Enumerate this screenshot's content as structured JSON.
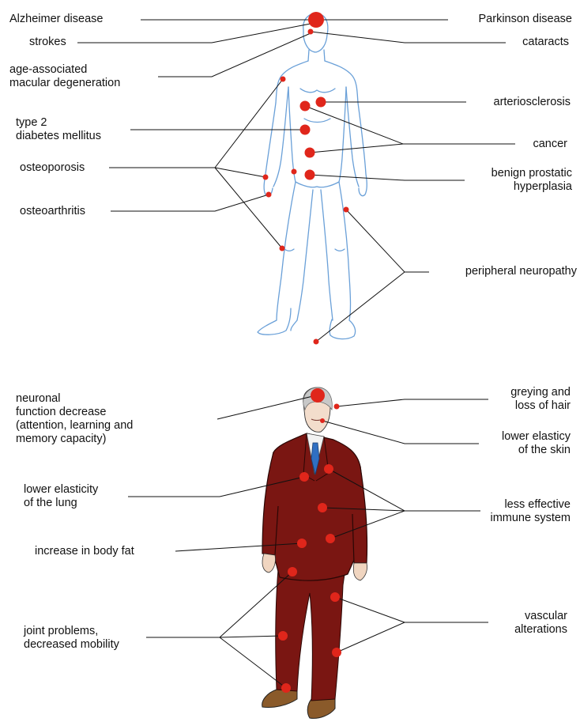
{
  "colors": {
    "dot": "#e0261b",
    "leader": "#111111",
    "body_outline": "#6aa0d8",
    "suit": "#7a1612",
    "tie": "#2f6fc2"
  },
  "top_figure": {
    "labels": {
      "alzheimer": "Alzheimer disease",
      "strokes": "strokes",
      "amd": "age-associated\nmacular degeneration",
      "diabetes": "type 2\ndiabetes mellitus",
      "osteoporosis": "osteoporosis",
      "osteoarthritis": "osteoarthritis",
      "parkinson": "Parkinson disease",
      "cataracts": "cataracts",
      "arteriosclerosis": "arteriosclerosis",
      "cancer": "cancer",
      "bph": "benign prostatic\nhyperplasia",
      "neuropathy": "peripheral neuropathy"
    }
  },
  "bottom_figure": {
    "labels": {
      "neuronal": "neuronal\nfunction decrease\n(attention, learning and\nmemory capacity)",
      "lung": "lower elasticity\nof the lung",
      "bodyfat": "increase in body fat",
      "joint": "joint problems,\ndecreased mobility",
      "hair": "greying and\nloss of hair",
      "skin": "lower elasticy\nof the skin",
      "immune": "less effective\nimmune system",
      "vascular": "vascular\nalterations"
    }
  }
}
